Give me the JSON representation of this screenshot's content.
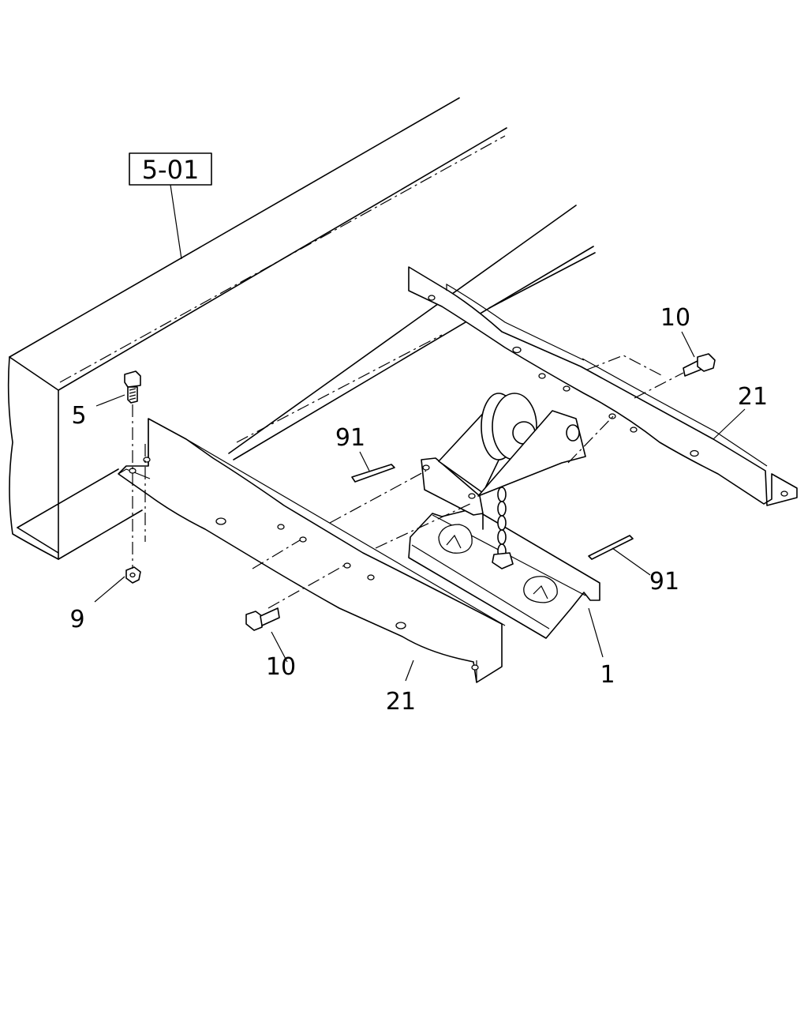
{
  "reference_box": {
    "text": "5-01"
  },
  "callouts": {
    "c1": "1",
    "c5": "5",
    "c9": "9",
    "c10a": "10",
    "c10b": "10",
    "c21a": "21",
    "c21b": "21",
    "c91a": "91",
    "c91b": "91"
  }
}
